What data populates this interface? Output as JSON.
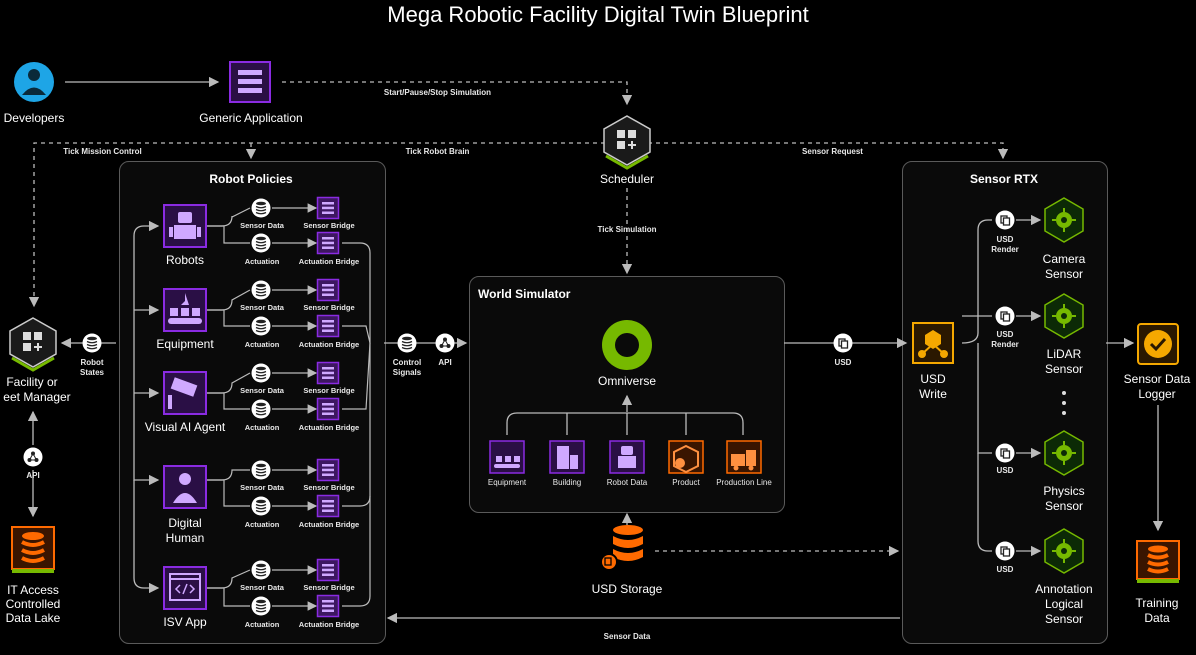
{
  "title": "Mega Robotic Facility Digital Twin Blueprint",
  "colors": {
    "purple": "#7b2fbf",
    "green": "#76b900",
    "orange": "#ff6a00",
    "blue": "#1ea5e6"
  },
  "nodes": {
    "developers": "Developers",
    "generic_app": "Generic Application",
    "scheduler": "Scheduler",
    "facility_manager": [
      "Facility or",
      "eet Manager"
    ],
    "data_lake": [
      "IT Access",
      "Controlled",
      "Data Lake"
    ],
    "usd_storage": "USD Storage",
    "usd_write": [
      "USD",
      "Write"
    ],
    "sensor_logger": [
      "Sensor Data",
      "Logger"
    ],
    "training_data": [
      "Training",
      "Data"
    ],
    "omniverse": "Omniverse"
  },
  "edge_labels": {
    "start_pause_stop": "Start/Pause/Stop Simulation",
    "tick_mission": "Tick Mission Control",
    "tick_robot_brain": "Tick Robot Brain",
    "sensor_request": "Sensor Request",
    "tick_simulation": "Tick Simulation",
    "robot_states": [
      "Robot",
      "States"
    ],
    "control_signals": [
      "Control",
      "Signals"
    ],
    "api": "API",
    "usd": "USD",
    "sensor_data": "Sensor Data",
    "usd_render": [
      "USD",
      "Render"
    ]
  },
  "robot_policies": {
    "title": "Robot Policies",
    "sensor_data": "Sensor Data",
    "sensor_bridge": "Sensor Bridge",
    "actuation": "Actuation",
    "actuation_bridge": "Actuation Bridge",
    "agents": [
      {
        "label": [
          "Robots"
        ]
      },
      {
        "label": [
          "Equipment"
        ]
      },
      {
        "label": [
          "Visual AI Agent"
        ]
      },
      {
        "label": [
          "Digital",
          "Human"
        ]
      },
      {
        "label": [
          "ISV App"
        ]
      }
    ]
  },
  "world_simulator": {
    "title": "World Simulator",
    "assets": [
      "Equipment",
      "Building",
      "Robot Data",
      "Product",
      "Production Line"
    ]
  },
  "sensor_rtx": {
    "title": "Sensor RTX",
    "sensors": [
      {
        "label": [
          "Camera",
          "Sensor"
        ],
        "edge": [
          "USD",
          "Render"
        ]
      },
      {
        "label": [
          "LiDAR",
          "Sensor"
        ],
        "edge": [
          "USD",
          "Render"
        ]
      },
      {
        "label": [
          "Physics",
          "Sensor"
        ],
        "edge": [
          "USD"
        ]
      },
      {
        "label": [
          "Annotation",
          "Logical",
          "Sensor"
        ],
        "edge": [
          "USD"
        ]
      }
    ]
  }
}
